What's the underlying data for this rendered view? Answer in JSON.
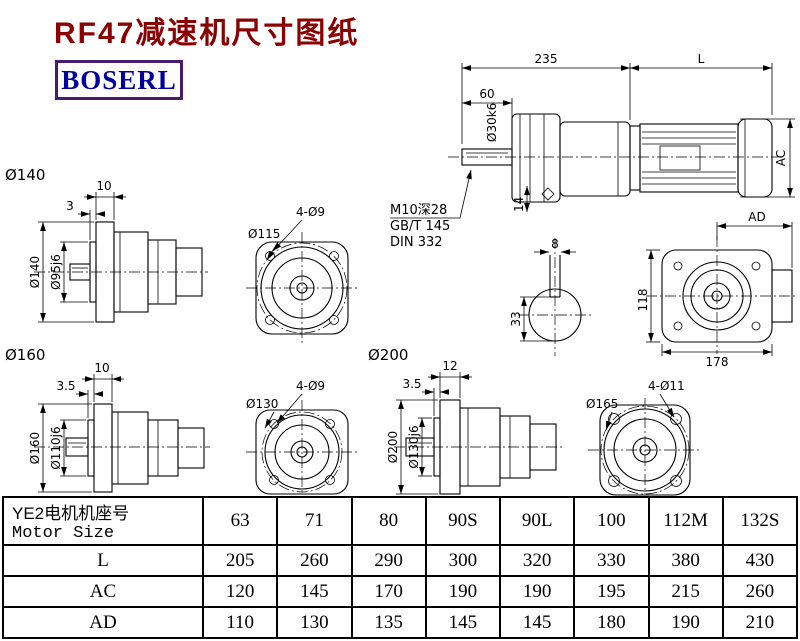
{
  "title": "RF47减速机尺寸图纸",
  "logo": "BOSERL",
  "colors": {
    "title": "#8b0000",
    "logo_text": "#0000a0",
    "logo_border": "#4a1a6e",
    "line": "#000000"
  },
  "drawing": {
    "side_view": {
      "dim_gear_length": "235",
      "dim_motor_length": "L",
      "dim_shaft_length": "60",
      "dim_shaft_dia": "Ø30k6",
      "dim_motor_dia": "AC",
      "dim_step": "14"
    },
    "thread_note": {
      "line1": "M10深28",
      "line2": "GB/T 145",
      "line3": "DIN 332"
    },
    "key_section": {
      "dim_key_width": "8",
      "dim_key_height": "33"
    },
    "rear_view": {
      "dim_box_width": "AD",
      "dim_height": "118",
      "dim_width": "178"
    },
    "flange_140": {
      "label": "Ø140",
      "dim_flange_thk": "10",
      "dim_spigot": "3",
      "dim_flange_dia": "Ø140",
      "dim_spigot_dia": "Ø95j6"
    },
    "front_115": {
      "dim_holes": "4-Ø9",
      "dim_bolt_circle": "Ø115"
    },
    "flange_160": {
      "label": "Ø160",
      "dim_flange_thk": "10",
      "dim_spigot": "3.5",
      "dim_flange_dia": "Ø160",
      "dim_spigot_dia": "Ø110j6"
    },
    "front_130": {
      "dim_holes": "4-Ø9",
      "dim_bolt_circle": "Ø130"
    },
    "flange_200": {
      "label": "Ø200",
      "dim_flange_thk": "12",
      "dim_spigot": "3.5",
      "dim_flange_dia": "Ø200",
      "dim_spigot_dia": "Ø130j6"
    },
    "front_165": {
      "dim_holes": "4-Ø11",
      "dim_bolt_circle": "Ø165"
    }
  },
  "table": {
    "header": {
      "label_cn": "YE2电机机座号",
      "label_en": "Motor Size",
      "sizes": [
        "63",
        "71",
        "80",
        "90S",
        "90L",
        "100",
        "112M",
        "132S"
      ]
    },
    "rows": [
      {
        "label": "L",
        "values": [
          "205",
          "260",
          "290",
          "300",
          "320",
          "330",
          "380",
          "430"
        ]
      },
      {
        "label": "AC",
        "values": [
          "120",
          "145",
          "170",
          "190",
          "190",
          "195",
          "215",
          "260"
        ]
      },
      {
        "label": "AD",
        "values": [
          "110",
          "130",
          "135",
          "145",
          "145",
          "180",
          "190",
          "210"
        ]
      }
    ]
  }
}
